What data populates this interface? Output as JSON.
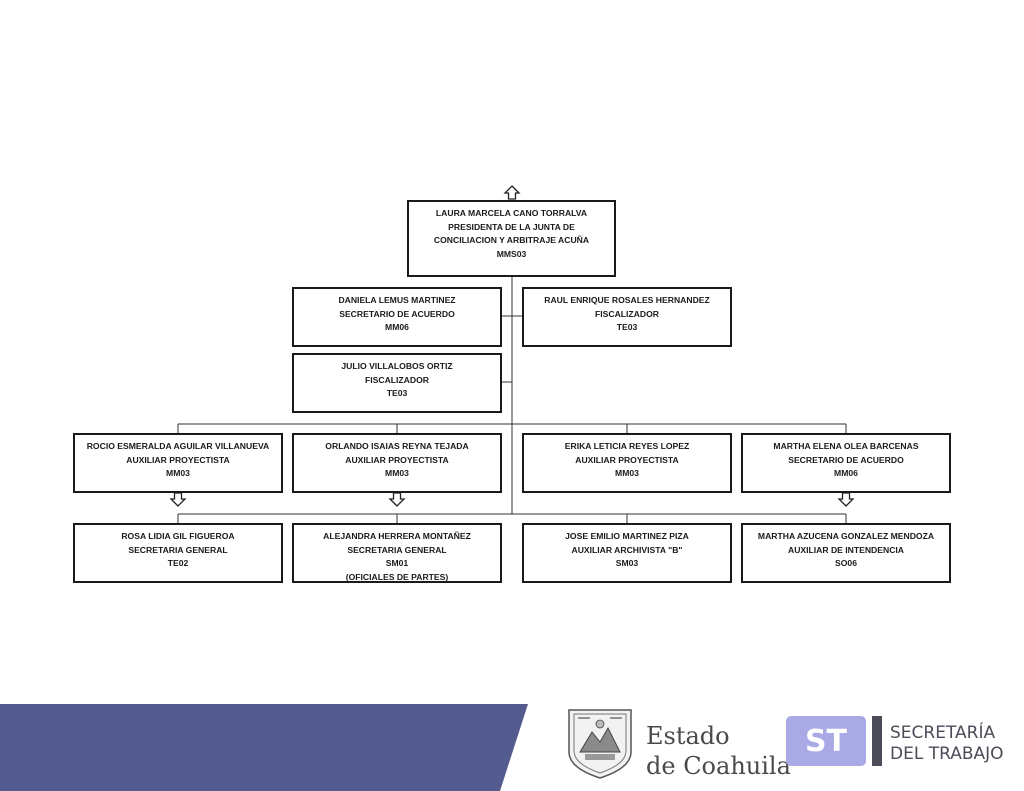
{
  "org": {
    "head": {
      "name": "LAURA MARCELA CANO TORRALVA",
      "title": "PRESIDENTA DE LA JUNTA DE CONCILIACION Y ARBITRAJE ACUÑA",
      "code": "MMS03"
    },
    "staff": [
      {
        "name": "DANIELA LEMUS MARTINEZ",
        "title": "SECRETARIO DE ACUERDO",
        "code": "MM06"
      },
      {
        "name": "RAUL ENRIQUE ROSALES HERNANDEZ",
        "title": "FISCALIZADOR",
        "code": "TE03"
      },
      {
        "name": "JULIO VILLALOBOS ORTIZ",
        "title": "FISCALIZADOR",
        "code": "TE03"
      }
    ],
    "row1": [
      {
        "name": "ROCIO ESMERALDA AGUILAR VILLANUEVA",
        "title": "AUXILIAR PROYECTISTA",
        "code": "MM03"
      },
      {
        "name": "ORLANDO ISAIAS REYNA TEJADA",
        "title": "AUXILIAR PROYECTISTA",
        "code": "MM03"
      },
      {
        "name": "ERIKA LETICIA REYES LOPEZ",
        "title": "AUXILIAR PROYECTISTA",
        "code": "MM03"
      },
      {
        "name": "MARTHA ELENA OLEA BARCENAS",
        "title": "SECRETARIO DE ACUERDO",
        "code": "MM06"
      }
    ],
    "row2": [
      {
        "name": "ROSA LIDIA GIL FIGUEROA",
        "title": "SECRETARIA GENERAL",
        "code": "TE02"
      },
      {
        "name": "ALEJANDRA HERRERA MONTAÑEZ",
        "title": "SECRETARIA GENERAL",
        "code": "SM01",
        "note": "(OFICIALES DE PARTES)"
      },
      {
        "name": "JOSE EMILIO MARTINEZ PIZA",
        "title": "AUXILIAR ARCHIVISTA \"B\"",
        "code": "SM03"
      },
      {
        "name": "MARTHA AZUCENA GONZALEZ MENDOZA",
        "title": "AUXILIAR DE INTENDENCIA",
        "code": "SO06"
      }
    ]
  },
  "footer": {
    "colors": {
      "band": "#545b8f",
      "st_badge": "#a9a9e6",
      "st_dark": "#4c4c58"
    },
    "estado_line1": "Estado",
    "estado_line2": "de Coahuila",
    "st_badge": "ST",
    "st_line1": "SECRETARÍA",
    "st_line2": "DEL TRABAJO",
    "icons": [
      "coat-of-arms-icon"
    ]
  }
}
